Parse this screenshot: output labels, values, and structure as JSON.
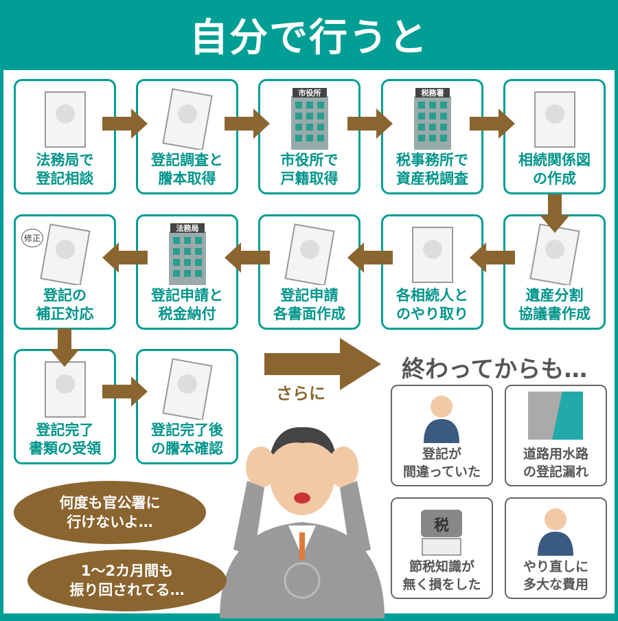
{
  "title": "自分で行うと",
  "colors": {
    "teal": "#009e94",
    "brown": "#8b6530",
    "gray": "#555555"
  },
  "steps": [
    {
      "label1": "法務局で",
      "label2": "登記相談",
      "icon": "consultation-icon"
    },
    {
      "label1": "登記調査と",
      "label2": "謄本取得",
      "icon": "certificate-document-icon"
    },
    {
      "label1": "市役所で",
      "label2": "戸籍取得",
      "icon": "city-hall-icon",
      "sign": "市役所"
    },
    {
      "label1": "税事務所で",
      "label2": "資産税調査",
      "icon": "tax-office-icon",
      "sign": "税務署"
    },
    {
      "label1": "相続関係図",
      "label2": "の作成",
      "icon": "family-tree-chart-icon"
    },
    {
      "label1": "遺産分割",
      "label2": "協議書作成",
      "icon": "agreement-document-icon"
    },
    {
      "label1": "各相続人と",
      "label2": "のやり取り",
      "icon": "family-meeting-icon"
    },
    {
      "label1": "登記申請",
      "label2": "各書面作成",
      "icon": "laptop-worker-icon"
    },
    {
      "label1": "登記申請と",
      "label2": "税金納付",
      "icon": "legal-bureau-icon",
      "sign": "法務局"
    },
    {
      "label1": "登記の",
      "label2": "補正対応",
      "icon": "correction-worker-icon",
      "tag": "修正"
    },
    {
      "label1": "登記完了",
      "label2": "書類の受領",
      "icon": "document-receipt-icon"
    },
    {
      "label1": "登記完了後",
      "label2": "の謄本確認",
      "icon": "registry-document-icon"
    }
  ],
  "more_label": "さらに",
  "after_heading": "終わってからも…",
  "after_items": [
    {
      "label1": "登記が",
      "label2": "間違っていた",
      "icon": "worried-man-icon"
    },
    {
      "label1": "道路用水路",
      "label2": "の登記漏れ",
      "icon": "road-waterway-icon"
    },
    {
      "label1": "節税知識が",
      "label2": "無く損をした",
      "icon": "tax-weight-house-icon",
      "sign": "税"
    },
    {
      "label1": "やり直しに",
      "label2": "多大な費用",
      "icon": "money-worry-icon"
    }
  ],
  "bubbles": [
    {
      "line1": "何度も官公署に",
      "line2": "行けないよ…"
    },
    {
      "line1": "1～2カ月間も",
      "line2": "振り回されてる…"
    }
  ]
}
